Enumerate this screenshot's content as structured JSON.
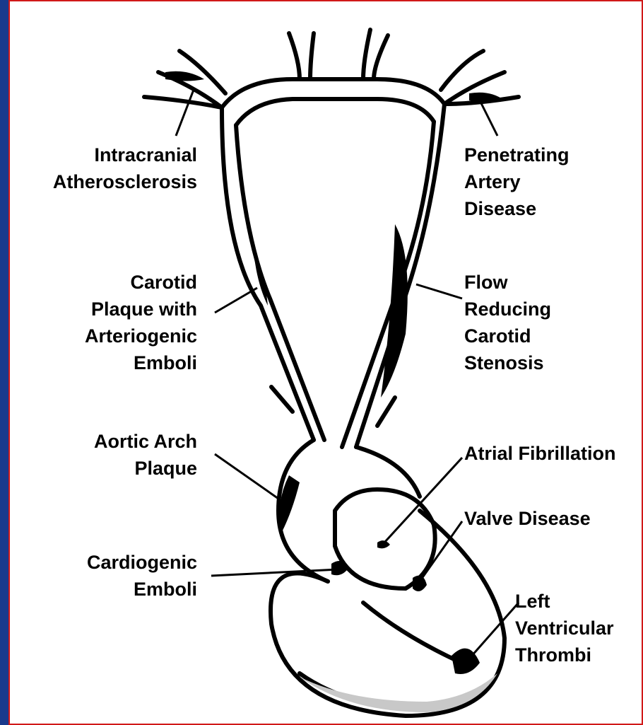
{
  "colors": {
    "background": "#1a3a8c",
    "border": "#d01818",
    "ink": "#000000",
    "shade": "#c8c8c8"
  },
  "labels": {
    "intracranial": [
      "Intracranial",
      "Atherosclerosis"
    ],
    "penetrating": [
      "Penetrating",
      "Artery",
      "Disease"
    ],
    "carotid_plaque": [
      "Carotid",
      "Plaque with",
      "Arteriogenic",
      "Emboli"
    ],
    "flow_reducing": [
      "Flow",
      "Reducing",
      "Carotid",
      "Stenosis"
    ],
    "aortic_arch": [
      "Aortic Arch",
      "Plaque"
    ],
    "atrial_fib": [
      "Atrial Fibrillation"
    ],
    "valve": [
      "Valve Disease"
    ],
    "cardiogenic": [
      "Cardiogenic",
      "Emboli"
    ],
    "left_ventricular": [
      "Left",
      "Ventricular",
      "Thrombi"
    ]
  }
}
